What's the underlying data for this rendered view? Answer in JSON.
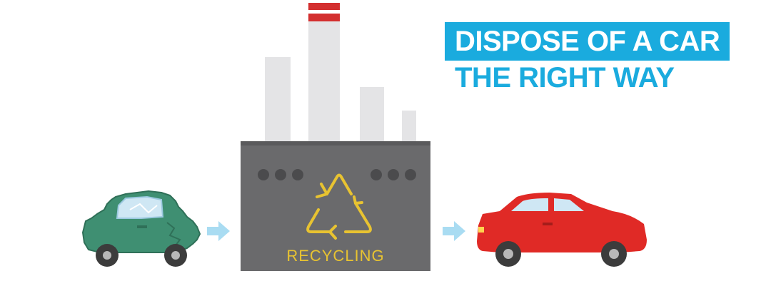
{
  "headline": {
    "line1": "DISPOSE OF A CAR",
    "line2": "THE RIGHT WAY"
  },
  "factory": {
    "label": "RECYCLING"
  },
  "icons": {
    "recycle": "recycle-icon",
    "arrow_in": "arrow-right-icon",
    "arrow_out": "arrow-right-icon",
    "damaged_car": "damaged-car-icon",
    "new_car": "car-icon"
  },
  "colors": {
    "accent_blue": "#1aabde",
    "factory_gray": "#6a6a6c",
    "chimney_gray": "#e4e4e6",
    "chimney_red": "#d32f2f",
    "recycle_yellow": "#e8c331",
    "old_car_green": "#3f8f72",
    "new_car_red": "#e02a26",
    "arrow_blue": "#a9dcf2"
  }
}
